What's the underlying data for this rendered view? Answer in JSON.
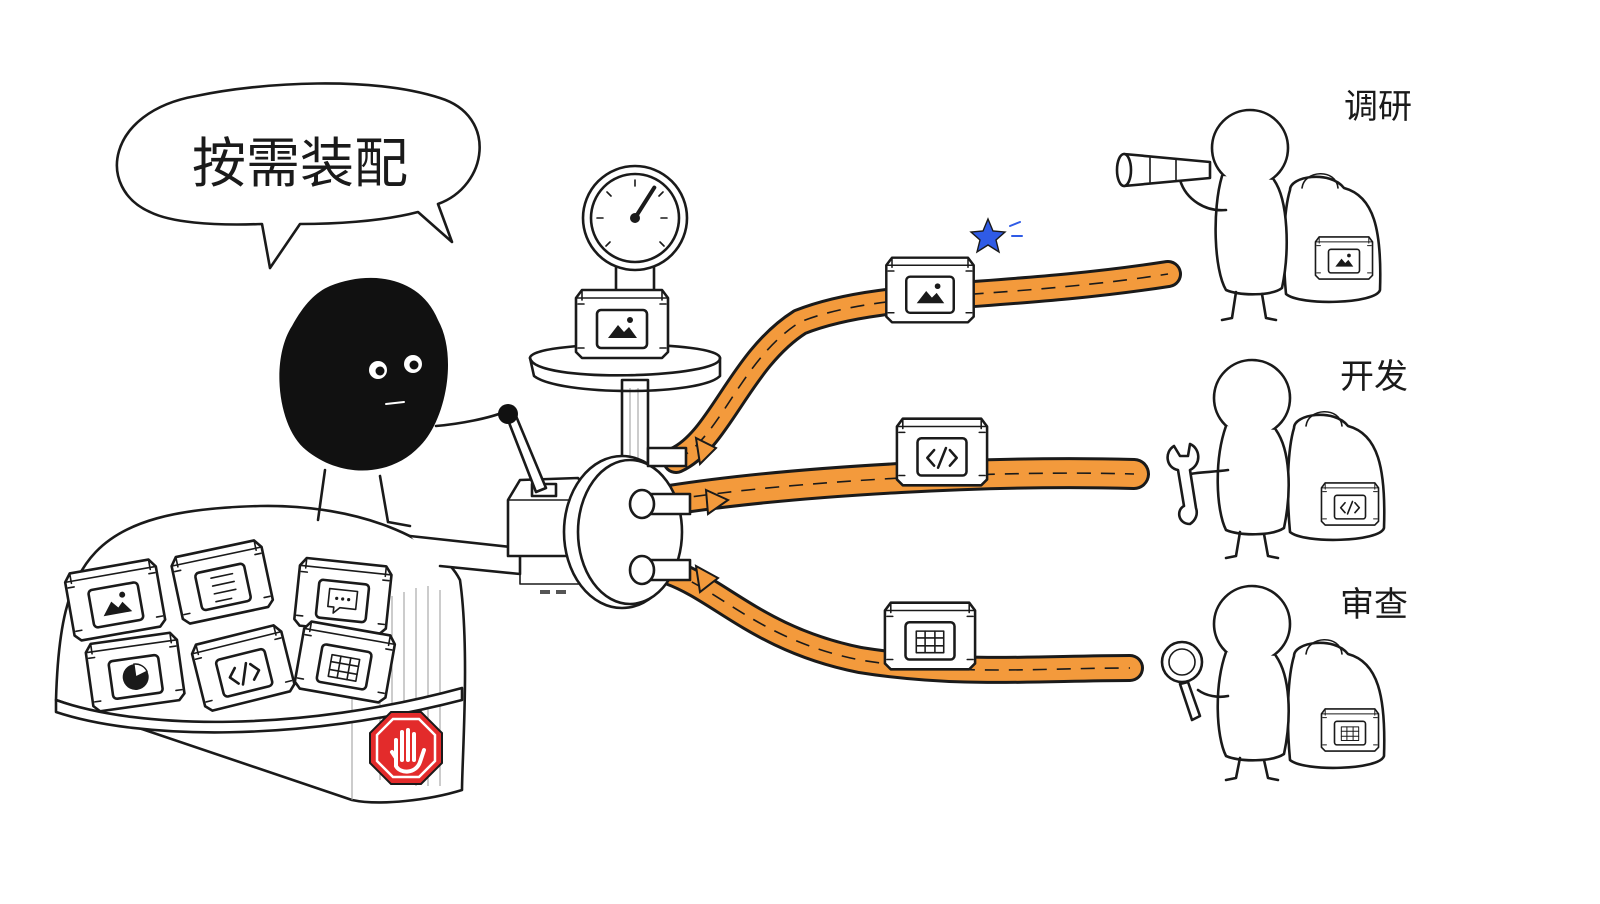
{
  "speech_bubble": {
    "text": "按需装配"
  },
  "roles": [
    {
      "label": "调研",
      "tool": "telescope-icon",
      "module": "image-icon"
    },
    {
      "label": "开发",
      "tool": "wrench-icon",
      "module": "code-icon"
    },
    {
      "label": "审查",
      "tool": "magnifier-icon",
      "module": "table-icon"
    }
  ],
  "modules_on_belts": [
    "image-icon",
    "code-icon",
    "table-icon"
  ],
  "bin_modules": [
    "image-icon",
    "document-icon",
    "chat-icon",
    "pie-chart-icon",
    "code-icon",
    "table-icon"
  ],
  "colors": {
    "belt": "#F39A3C",
    "ink": "#1A1A1A",
    "star": "#2F5BE6",
    "stop_sign": "#E32B2B",
    "background": "#FFFFFF"
  },
  "scale_gauge": {
    "needle_level": 0.62
  }
}
